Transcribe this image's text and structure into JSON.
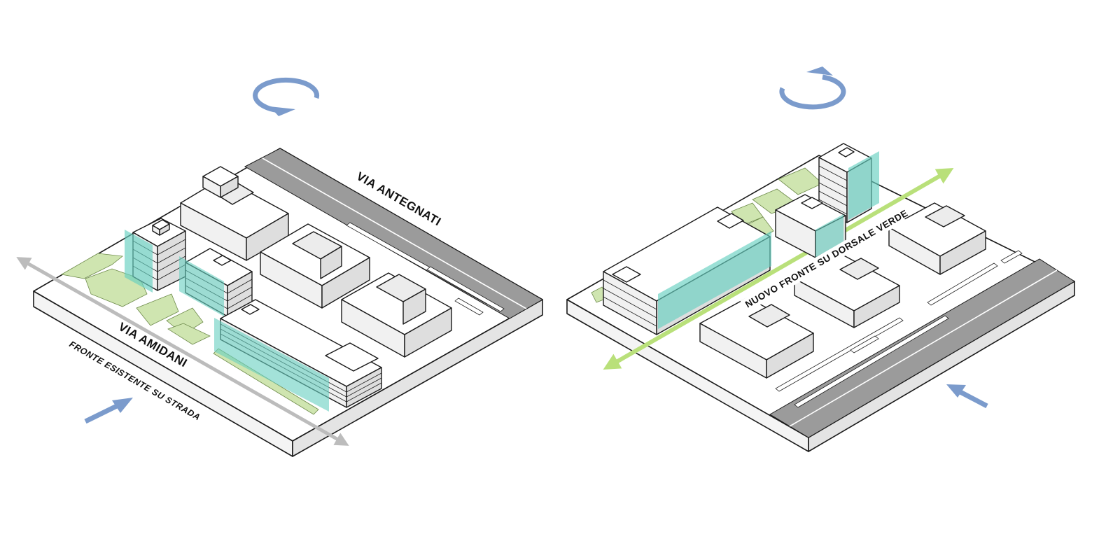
{
  "labels": {
    "via_antegnati": "VIA ANTEGNATI",
    "via_amidani": "VIA AMIDANI",
    "fronte_esistente": "FRONTE ESISTENTE SU STRADA",
    "nuovo_fronte": "NUOVO FRONTE SU DORSALE VERDE"
  },
  "colors": {
    "outline": "#1a1a1a",
    "building_top": "#ffffff",
    "building_left": "#f1f1f1",
    "building_right": "#dedede",
    "road": "#9b9b9b",
    "green": "#cfe5b0",
    "teal_glass": "#66cfc0",
    "view_arrow": "#7b9bcc",
    "axis_arrow_grey": "#bcbcbc",
    "axis_arrow_green": "#b9e07a"
  },
  "icons": {
    "rotate_left_view": "rotate-clockwise-icon",
    "rotate_right_view": "rotate-counterclockwise-icon",
    "view_direction": "arrow-icon"
  }
}
